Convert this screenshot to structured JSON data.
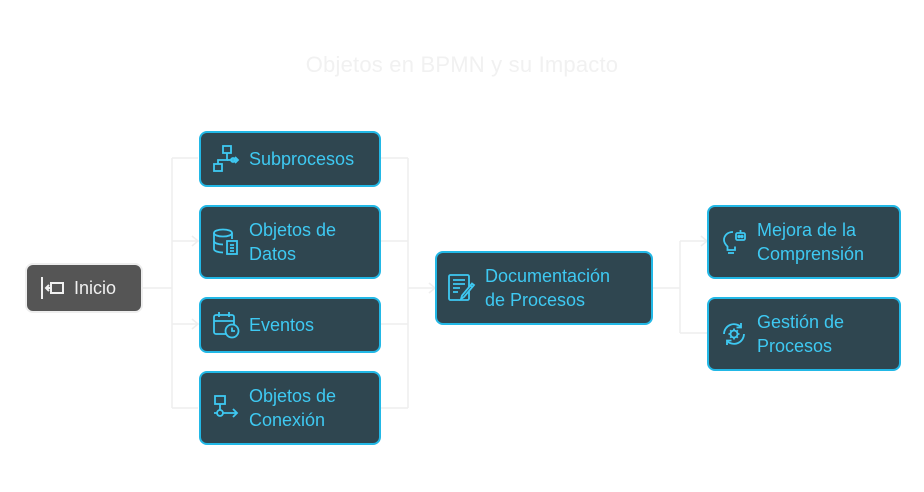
{
  "diagram": {
    "title": "Objetos en BPMN y su Impacto",
    "start": {
      "label": "Inicio",
      "icon": "exit-arrow-icon"
    },
    "objects": [
      {
        "label": "Subprocesos",
        "icon": "hierarchy-icon"
      },
      {
        "label": "Objetos de Datos",
        "icon": "database-icon"
      },
      {
        "label": "Eventos",
        "icon": "calendar-clock-icon"
      },
      {
        "label": "Objetos de Conexión",
        "icon": "connection-icon"
      }
    ],
    "center": {
      "label": "Documentación de Procesos",
      "icon": "document-pen-icon"
    },
    "outcomes": [
      {
        "label": "Mejora de la Comprensión",
        "icon": "lightbulb-icon"
      },
      {
        "label": "Gestión de Procesos",
        "icon": "gear-cycle-icon"
      }
    ]
  },
  "colors": {
    "node_fill": "#2f4650",
    "node_border": "#22b8e6",
    "node_text": "#3ec9f2",
    "start_fill": "#555555",
    "connector": "#eeeeee"
  }
}
